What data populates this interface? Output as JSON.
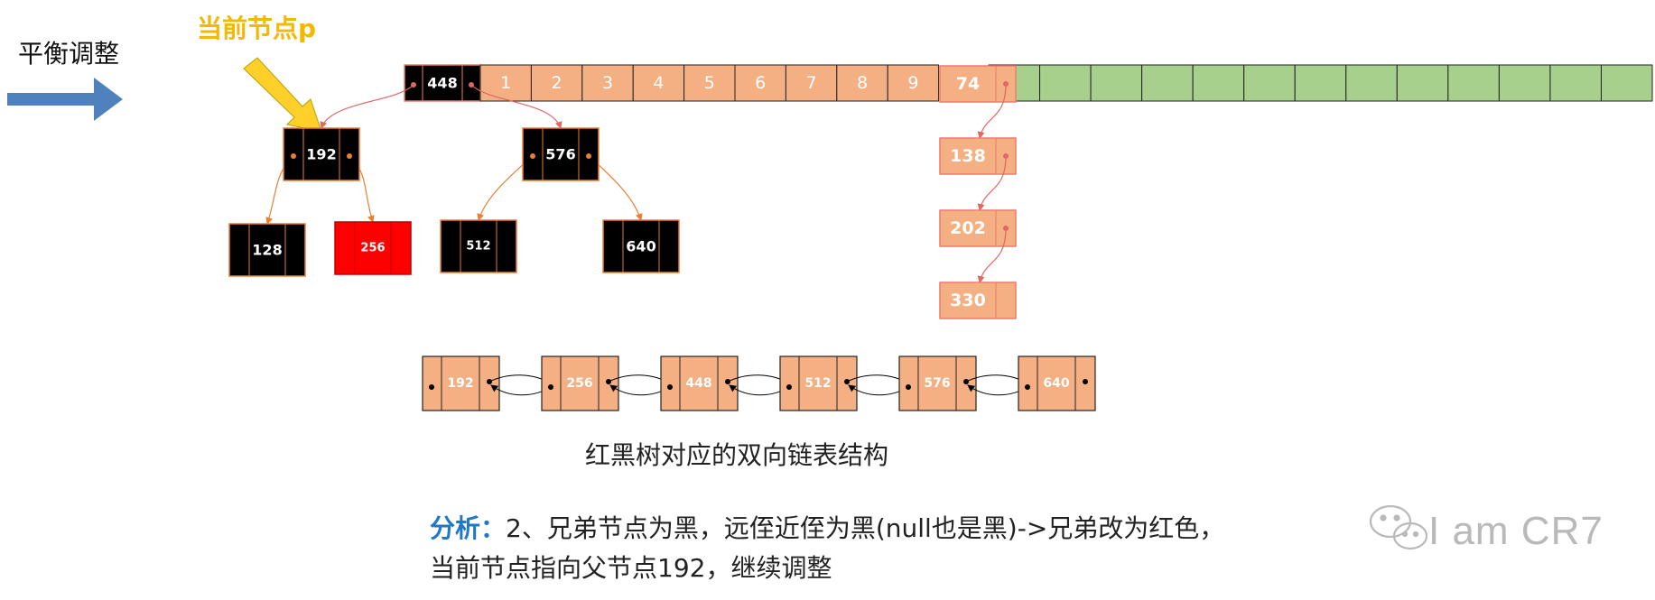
{
  "header": {
    "title": "平衡调整",
    "current_node_label": "当前节点p"
  },
  "colors": {
    "black_node": "#000000",
    "red_node": "#ff0000",
    "salmon": "#f4b083",
    "salmon_border": "#ec7c6c",
    "green": "#a8d08d",
    "arrow_blue": "#4f81bd",
    "label_yellow": "#f5b800",
    "analysis_blue": "#1f78c8",
    "edge_orange": "#ed7d31"
  },
  "array": {
    "head_value": "448",
    "numbered_cells": [
      "1",
      "2",
      "3",
      "4",
      "5",
      "6",
      "7",
      "8",
      "9"
    ],
    "green_cell_count": 13
  },
  "bucket_list": {
    "values": [
      "74",
      "138",
      "202",
      "330"
    ]
  },
  "tree": {
    "nodes": [
      {
        "id": "n448",
        "value": "448",
        "color": "black"
      },
      {
        "id": "n192",
        "value": "192",
        "color": "black"
      },
      {
        "id": "n576",
        "value": "576",
        "color": "black"
      },
      {
        "id": "n128",
        "value": "128",
        "color": "black"
      },
      {
        "id": "n256",
        "value": "256",
        "color": "red"
      },
      {
        "id": "n512",
        "value": "512",
        "color": "black"
      },
      {
        "id": "n640",
        "value": "640",
        "color": "black"
      }
    ],
    "edges": [
      [
        "n448",
        "n192"
      ],
      [
        "n448",
        "n576"
      ],
      [
        "n192",
        "n128"
      ],
      [
        "n192",
        "n256"
      ],
      [
        "n576",
        "n512"
      ],
      [
        "n576",
        "n640"
      ]
    ]
  },
  "doubly_linked_list": {
    "values": [
      "192",
      "256",
      "448",
      "512",
      "576",
      "640"
    ],
    "caption": "红黑树对应的双向链表结构"
  },
  "analysis": {
    "key": "分析：",
    "line1": "2、兄弟节点为黑，远侄近侄为黑(null也是黑)->兄弟改为红色，",
    "line2": "当前节点指向父节点192，继续调整"
  },
  "watermark": {
    "text": "I am CR7",
    "icon": "wechat-icon"
  }
}
